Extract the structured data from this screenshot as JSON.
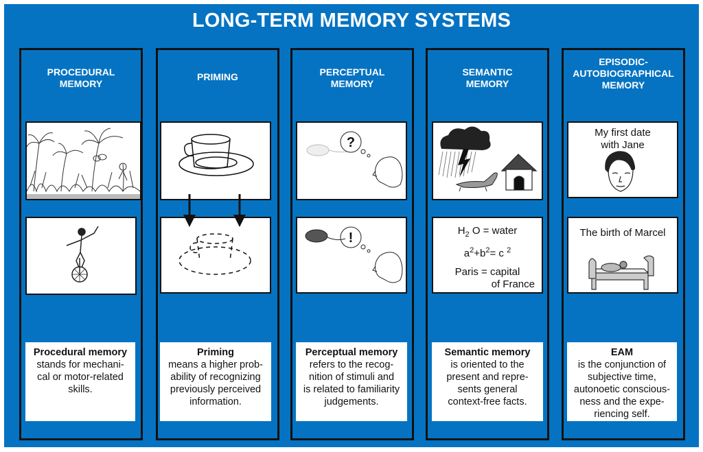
{
  "title": "LONG-TERM MEMORY SYSTEMS",
  "columns": [
    {
      "heading": [
        "PROCEDURAL",
        "MEMORY"
      ],
      "top_image": "jungle-scene",
      "bottom_image": "unicycle-rider",
      "desc_title": "Procedural memory",
      "desc_lines": [
        "stands for mechani-",
        "cal or motor-related",
        "skills."
      ]
    },
    {
      "heading": [
        "PRIMING"
      ],
      "top_image": "cup-and-saucer",
      "bottom_image": "fragmented-cup-and-saucer",
      "desc_title": "Priming",
      "desc_lines": [
        "means a higher prob-",
        "ability of recognizing",
        "previously perceived",
        "information."
      ]
    },
    {
      "heading": [
        "PERCEPTUAL",
        "MEMORY"
      ],
      "top_image": "faint-mouse-question",
      "top_symbol": "?",
      "bottom_image": "mouse-exclamation",
      "bottom_symbol": "!",
      "desc_title": "Perceptual memory",
      "desc_lines": [
        "refers to the recog-",
        "nition of stimuli and",
        "is related to familiarity",
        "judgements."
      ]
    },
    {
      "heading": [
        "SEMANTIC",
        "MEMORY"
      ],
      "top_image": "storm-dog-doghouse",
      "bottom_facts": {
        "h2o_h": "H",
        "h2o_sub": "2",
        "h2o_rest": "O = water",
        "pyth_a": "a",
        "pyth_sup1": "2",
        "pyth_mid": "+b",
        "pyth_sup2": "2",
        "pyth_eq": "= c",
        "pyth_sup3": "2",
        "paris_1": "Paris = capital",
        "paris_2": "of France"
      },
      "desc_title": "Semantic memory",
      "desc_lines": [
        "is oriented to the",
        "present and repre-",
        "sents general",
        "context-free facts."
      ]
    },
    {
      "heading": [
        "EPISODIC-",
        "AUTOBIOGRAPHICAL",
        "MEMORY"
      ],
      "top_caption": [
        "My first date",
        "with Jane"
      ],
      "top_image": "womans-face",
      "bottom_caption": "The birth of Marcel",
      "bottom_image": "baby-in-bed",
      "desc_title": "EAM",
      "desc_lines": [
        "is the conjunction of",
        "subjective time,",
        "autonoetic conscious-",
        "ness and the expe-",
        "riencing self."
      ]
    }
  ],
  "colors": {
    "background": "#0573c2",
    "border": "#111111",
    "panel": "#ffffff"
  }
}
